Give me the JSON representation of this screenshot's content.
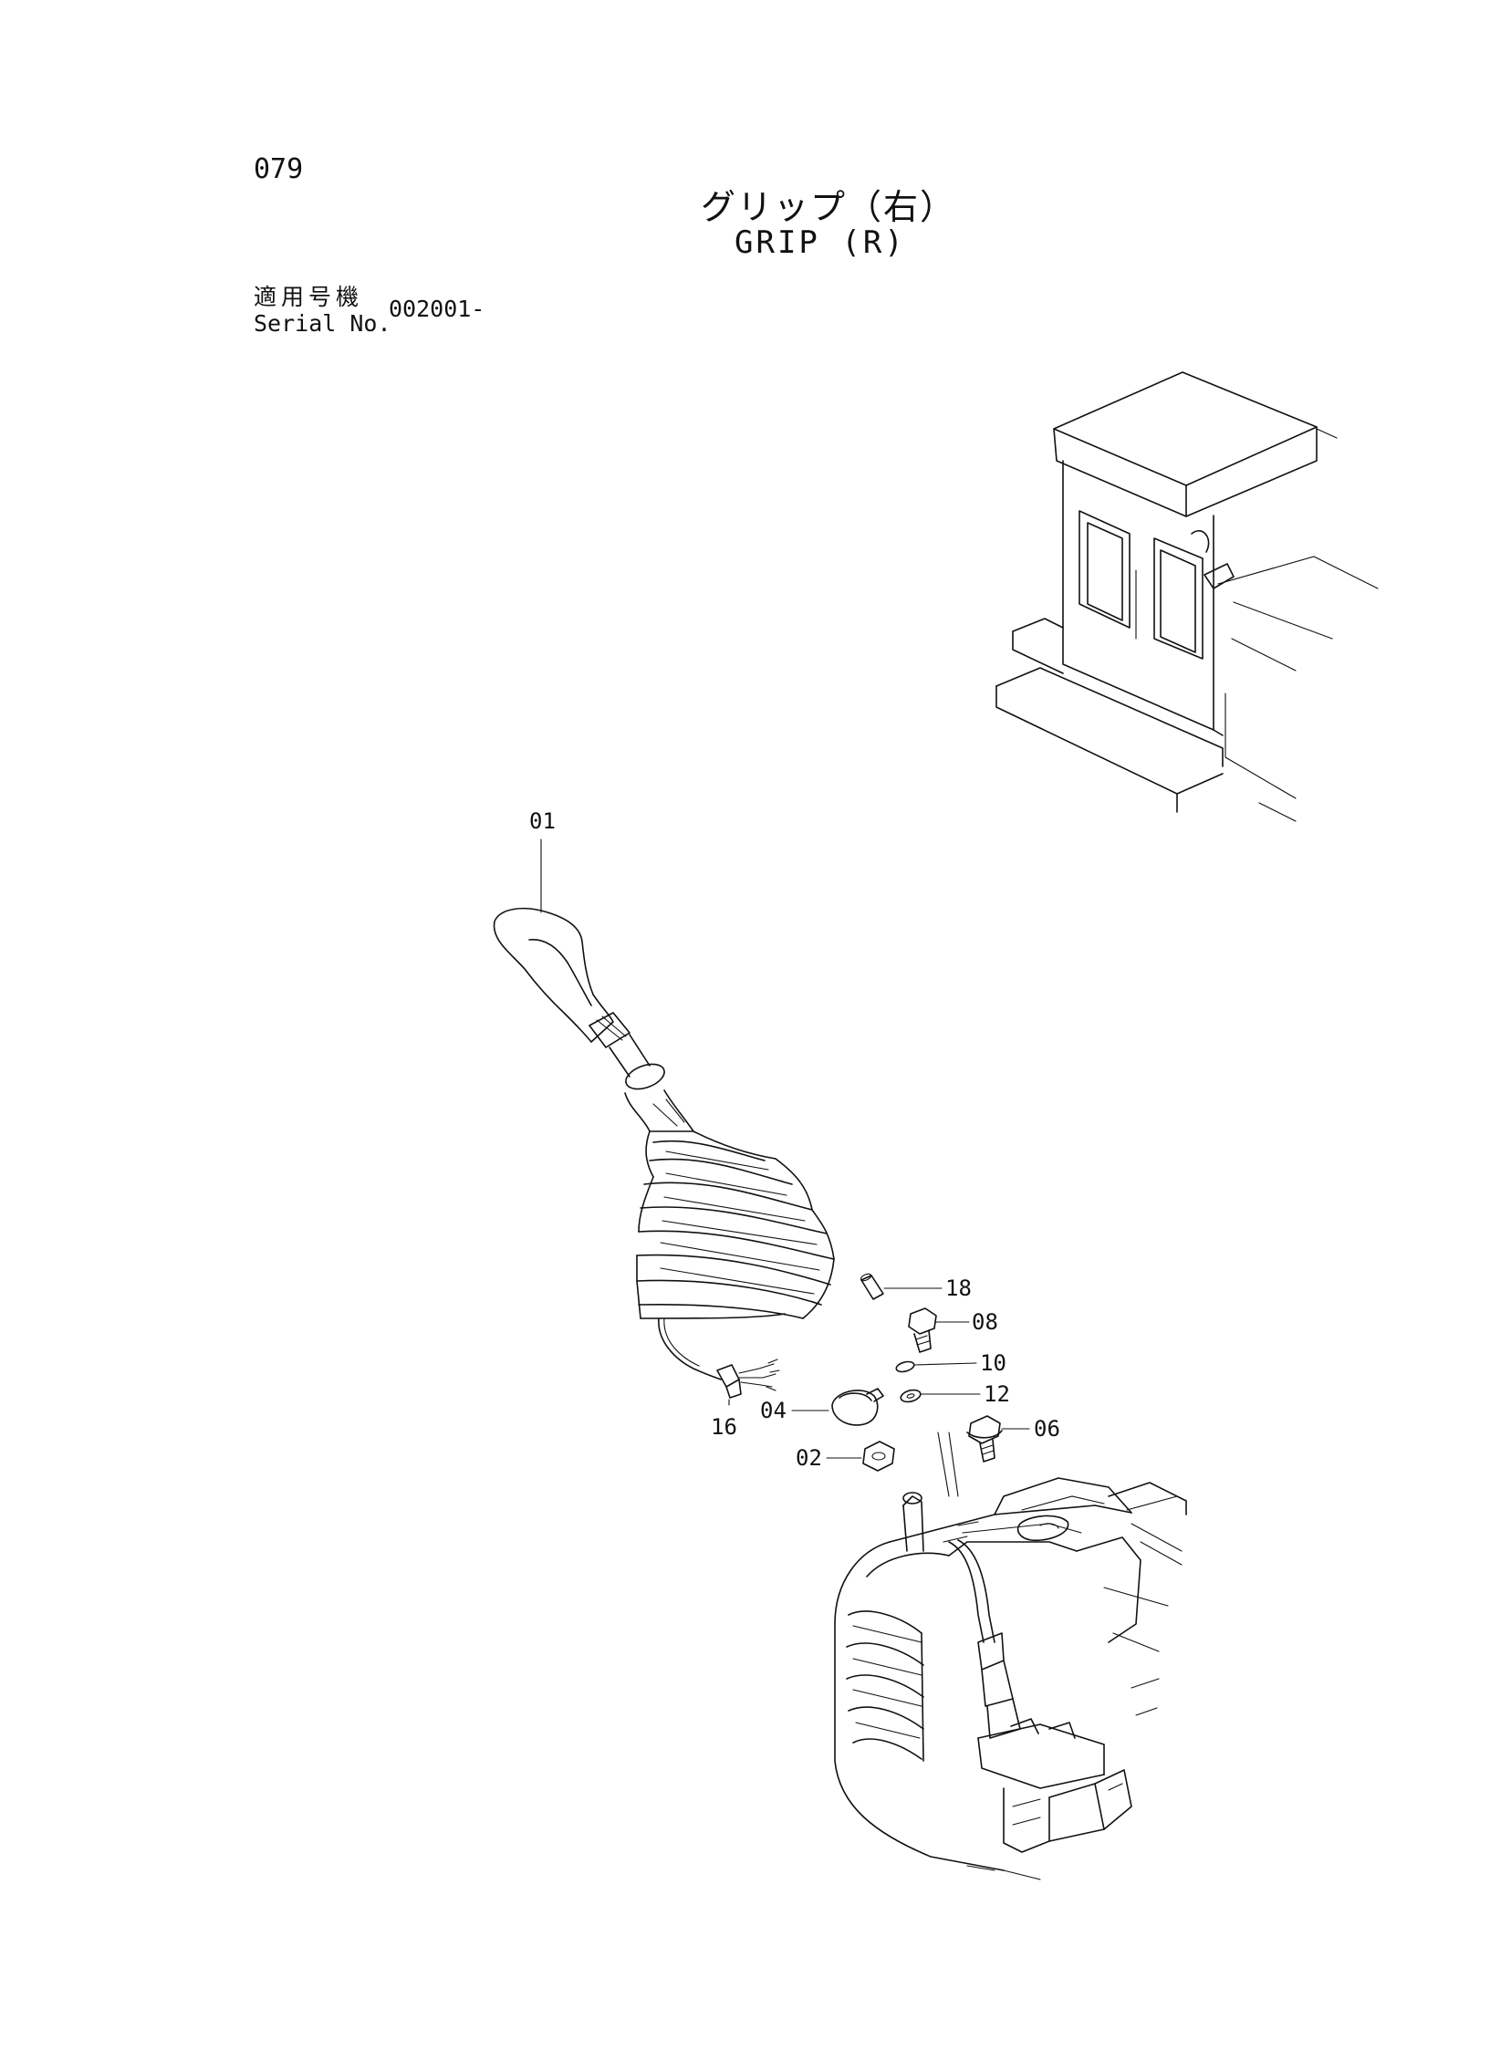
{
  "page": {
    "number": "079"
  },
  "title": {
    "jp": "グリップ（右）",
    "en": "GRIP (R)"
  },
  "serial": {
    "label_jp": "適用号機",
    "label_en": "Serial No.",
    "value": "002001-"
  },
  "callouts": {
    "c01": "01",
    "c02": "02",
    "c04": "04",
    "c06": "06",
    "c08": "08",
    "c10": "10",
    "c12": "12",
    "c16": "16",
    "c18": "18"
  }
}
